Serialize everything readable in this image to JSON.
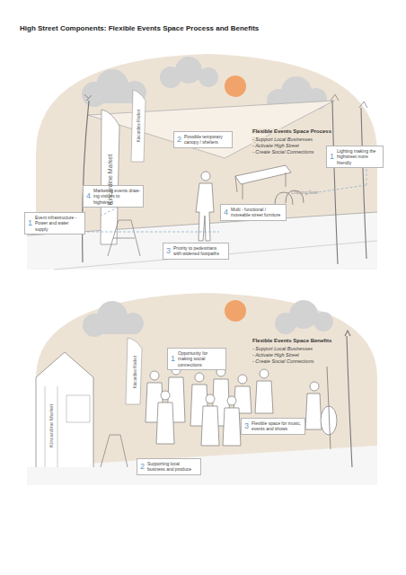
{
  "diagram": {
    "title": "High Street Components: Flexible Events Space Process and Benefits",
    "nodes": [
      {
        "text": [
          "2",
          "Possible temporary canopy / shelters"
        ]
      },
      {
        "text": [
          "1",
          "Lighting making the highstreet more friendly"
        ]
      },
      {
        "text": [
          "4",
          "Marketing events draw-ing visitors to highstreet"
        ]
      },
      {
        "text": [
          "1",
          "Event infrastructure - Power and water supply"
        ]
      },
      {
        "text": [
          "4",
          "Multi - functional / moveable street furniture"
        ]
      },
      {
        "text": [
          "3",
          "Priority to pedestrians with widened footpaths"
        ]
      },
      {
        "text": [
          "1",
          "Opportunity for making social connections"
        ]
      },
      {
        "text": [
          "3",
          "Flexible space for music, events and shows"
        ]
      },
      {
        "text": [
          "2",
          "Supporting local business and produce"
        ]
      }
    ],
    "labels": [
      "Flexible Events Space Process",
      "- Support Local Businesses",
      "- Activate High Street",
      "- Create Social Connections",
      "Charging Point",
      "Kincardine Market",
      "Kincardine Market",
      "Flexible Events Space Benefits",
      "- Support Local Businesses",
      "- Activate High Street",
      "- Create Social Connections",
      "Kincardine Market",
      "Kincardine Market"
    ]
  }
}
